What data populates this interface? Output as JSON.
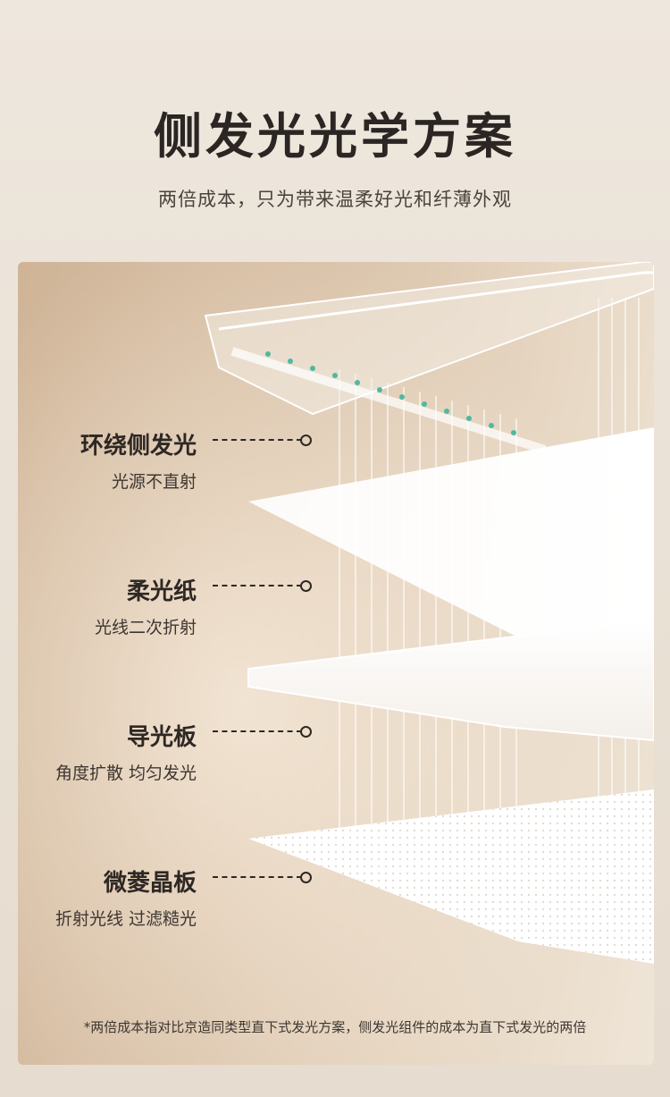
{
  "header": {
    "title": "侧发光光学方案",
    "subtitle": "两倍成本，只为带来温柔好光和纤薄外观"
  },
  "layers": [
    {
      "name": "环绕侧发光",
      "desc": "光源不直射"
    },
    {
      "name": "柔光纸",
      "desc": "光线二次折射"
    },
    {
      "name": "导光板",
      "desc": "角度扩散 均匀发光"
    },
    {
      "name": "微菱晶板",
      "desc": "折射光线 过滤糙光"
    }
  ],
  "footnote": "*两倍成本指对比京造同类型直下式发光方案，侧发光组件的成本为直下式发光的两倍",
  "colors": {
    "background": "#eee7dd",
    "panel": "#d9c2a8",
    "text": "#2b2623",
    "led": "#4fb8a0"
  }
}
